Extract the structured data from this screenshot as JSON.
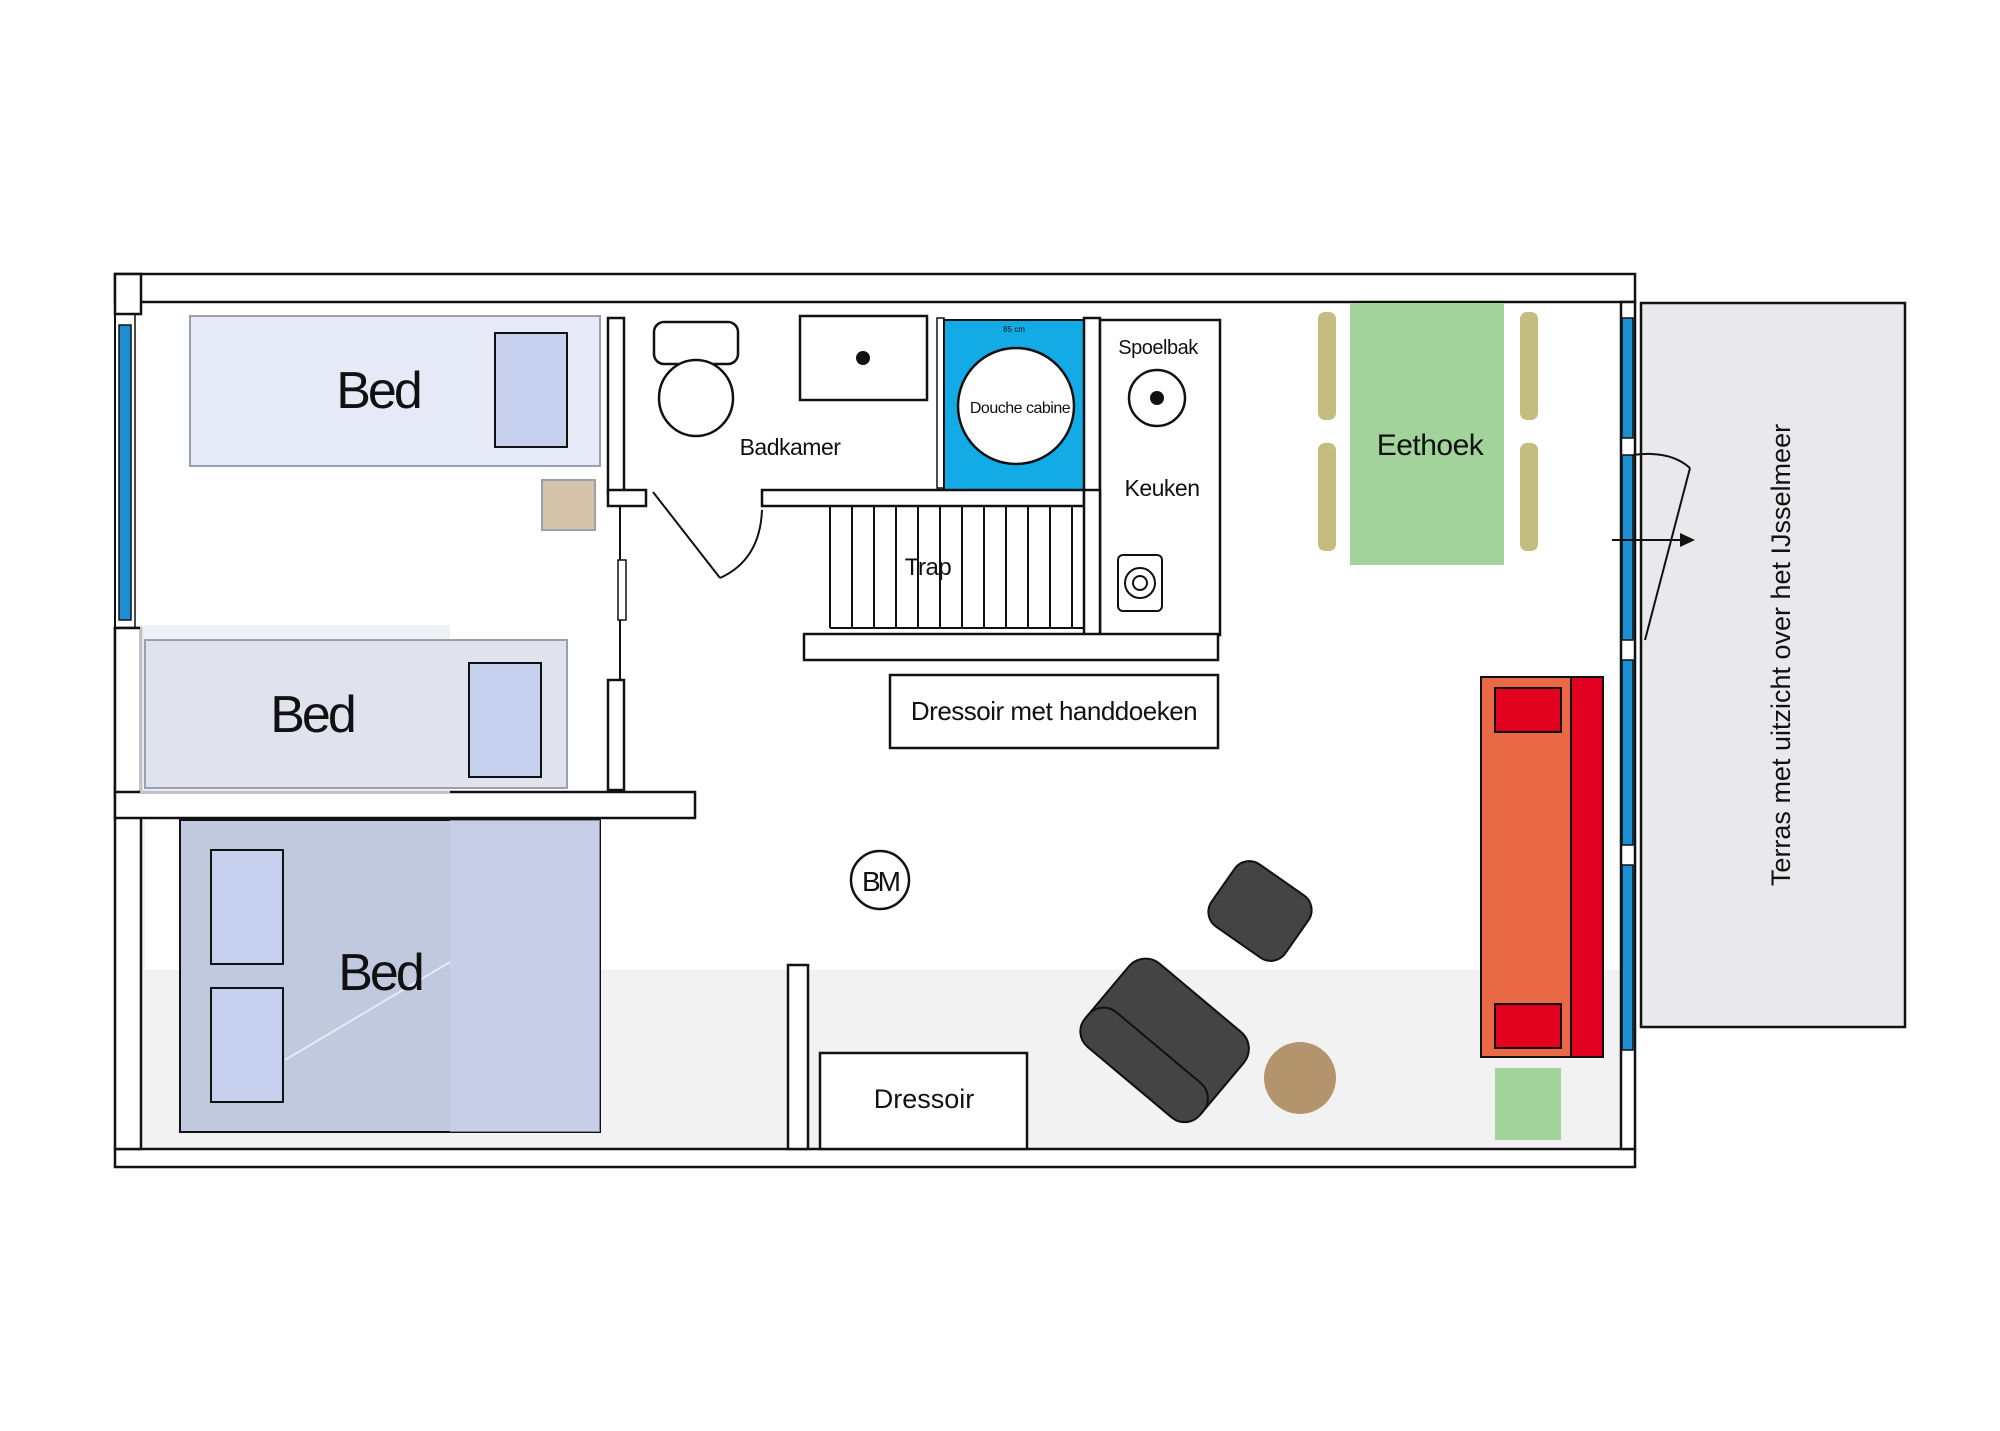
{
  "labels": {
    "bed_top": "Bed",
    "bed_middle": "Bed",
    "bed_bottom": "Bed",
    "bathroom": "Badkamer",
    "shower": "Douche cabine",
    "shower_size": "85 cm",
    "sink": "Spoelbak",
    "kitchen": "Keuken",
    "stairs": "Trap",
    "dining": "Eethoek",
    "dresser_towels": "Dressoir met handdoeken",
    "dresser": "Dressoir",
    "logo": "BM",
    "terrace": "Terras met uitzicht over het IJsselmeer"
  },
  "colors": {
    "bed_top": "#e6e9f6",
    "bed_bottom": "#c1c9de",
    "pillow": "#c8d0ef",
    "shower": "#12abe6",
    "dining_table": "#a1d39b",
    "chair": "#c3bd7f",
    "sofa": "#e96846",
    "sofa_back": "#e1001e",
    "armchair": "#444444",
    "side_table": "#b3946c",
    "nightstand": "#d6c4aa",
    "window": "#1c8fd4",
    "terrace": "#e9e9eb",
    "floor_area": "#f2f2f2",
    "plant": "#a1d39b"
  }
}
